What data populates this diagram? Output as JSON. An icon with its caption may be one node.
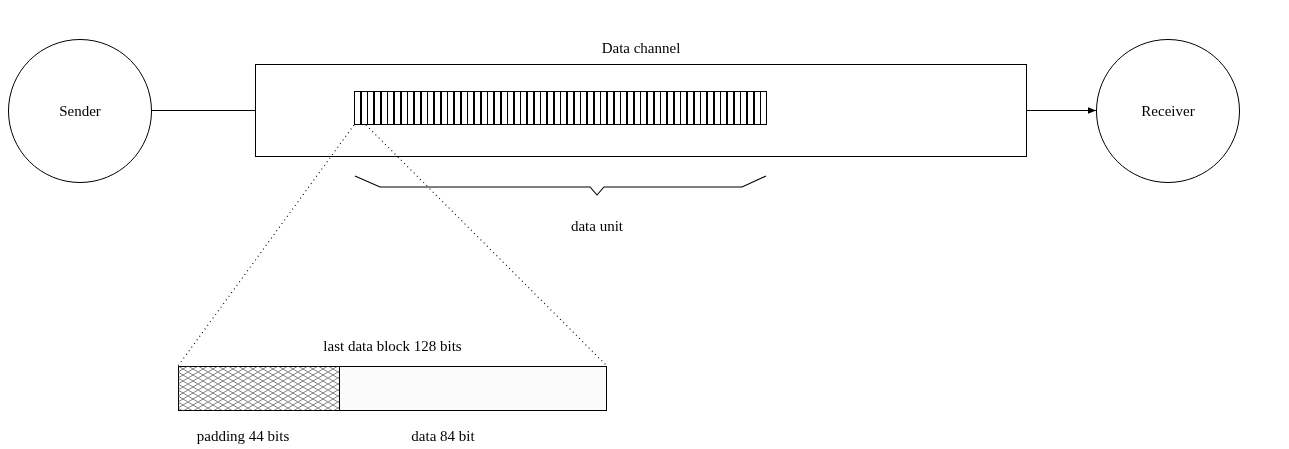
{
  "diagram": {
    "nodes": [
      {
        "text": [
          "Sender"
        ]
      },
      {
        "text": [
          "Data channel"
        ]
      },
      {
        "text": [],
        "shape": "bar",
        "in": 1
      },
      {
        "text": [
          "Receiver"
        ]
      },
      {
        "text": [
          "last data block 128 bits"
        ]
      },
      {
        "text": [],
        "shape": "bar",
        "in": 4,
        "beside": [
          "padding 44 bits"
        ]
      },
      {
        "text": [],
        "shape": "bar",
        "in": 4,
        "beside": [
          "data 84 bit"
        ]
      }
    ],
    "edges": [
      {
        "from": 0,
        "to": 1,
        "arrow": "none"
      },
      {
        "from": 1,
        "to": 3,
        "arrow": "to"
      },
      {
        "from": 2,
        "to": 4,
        "arrow": "none",
        "style": "dashed"
      },
      {
        "from": 2,
        "to": 4,
        "arrow": "none",
        "style": "dashed"
      }
    ],
    "labels": [
      "data unit"
    ]
  }
}
